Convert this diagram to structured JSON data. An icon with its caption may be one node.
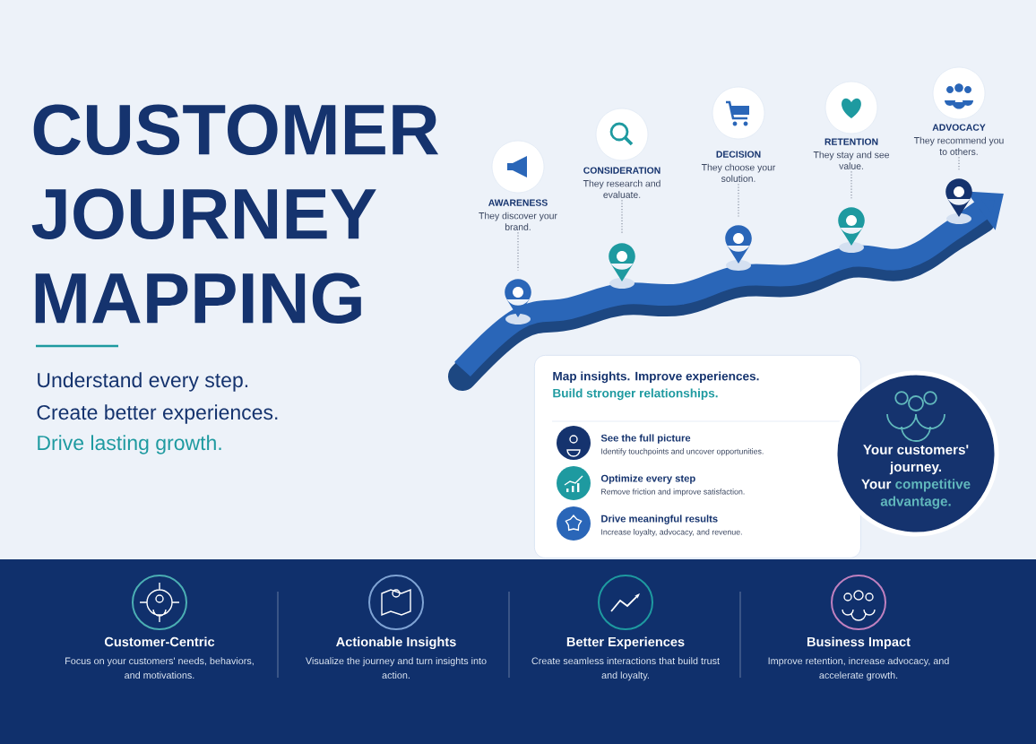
{
  "diagram": {
    "title": "CUSTOMER JOURNEY MAPPING",
    "nodes": [
      {
        "text": [
          "AWARENESS",
          "They discover your brand."
        ]
      },
      {
        "text": [
          "CONSIDERATION",
          "They research and evaluate."
        ]
      },
      {
        "text": [
          "DECISION",
          "They choose your solution."
        ]
      },
      {
        "text": [
          "RETENTION",
          "They stay and see value."
        ]
      },
      {
        "text": [
          "ADVOCACY",
          "They recommend you to others."
        ]
      },
      {
        "text": [],
        "shape": "picture"
      },
      {
        "text": [],
        "shape": "picture"
      },
      {
        "text": [],
        "shape": "picture"
      },
      {
        "text": [],
        "shape": "picture"
      },
      {
        "text": [],
        "shape": "picture"
      },
      {
        "text": [
          "Map insights. Improve experiences.",
          "Build stronger relationships."
        ]
      },
      {
        "text": [
          "See the full picture",
          "Identify touchpoints and uncover opportunities."
        ],
        "in": 10
      },
      {
        "text": [
          "Optimize every step",
          "Remove friction and improve satisfaction."
        ],
        "in": 10
      },
      {
        "text": [
          "Drive meaningful results",
          "Increase loyalty, advocacy, and revenue."
        ],
        "in": 10
      },
      {
        "text": [
          "Your customers' journey.",
          "Your",
          "competitive advantage."
        ]
      },
      {
        "text": [
          "Customer-Centric",
          "Focus on your customers' needs, behaviors, and motivations."
        ]
      },
      {
        "text": [
          "Actionable Insights",
          "Visualize the journey and turn insights into action."
        ]
      },
      {
        "text": [
          "Better Experiences",
          "Create seamless interactions that build trust and loyalty."
        ]
      },
      {
        "text": [
          "Business Impact",
          "Improve retention, increase advocacy, and accelerate growth."
        ]
      }
    ],
    "edges": [
      {
        "from": 0,
        "to": 5,
        "arrow": "none",
        "style": "dashed"
      },
      {
        "from": 1,
        "to": 6,
        "arrow": "none",
        "style": "dashed"
      },
      {
        "from": 2,
        "to": 7,
        "arrow": "none",
        "style": "dashed"
      },
      {
        "from": 3,
        "to": 8,
        "arrow": "none",
        "style": "dashed"
      },
      {
        "from": 4,
        "to": 9,
        "arrow": "none",
        "style": "dashed"
      }
    ],
    "labels": [
      "Understand every step.",
      "Create better experiences.",
      "Drive lasting growth."
    ]
  }
}
